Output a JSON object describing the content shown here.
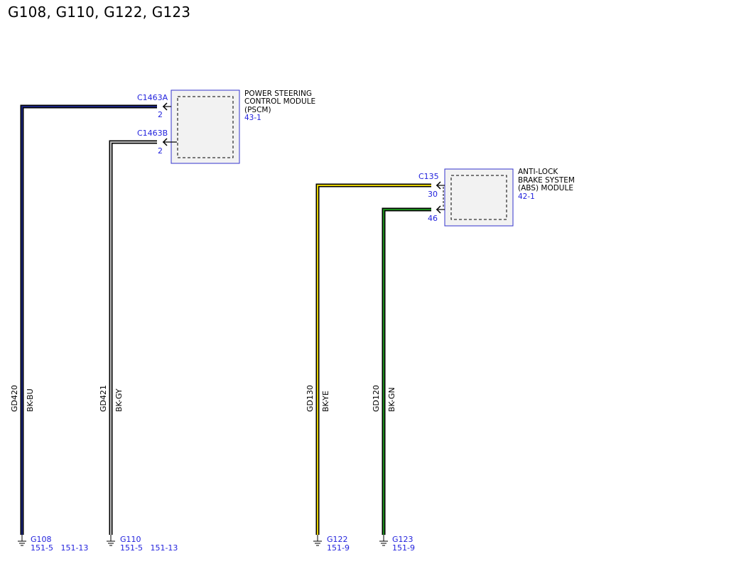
{
  "title": "G108, G110, G122, G123",
  "modules": [
    {
      "name_lines": [
        "POWER STEERING",
        "CONTROL MODULE",
        "(PSCM)"
      ],
      "ref": "43-1",
      "connectors": [
        {
          "id": "C1463A",
          "pin": "2"
        },
        {
          "id": "C1463B",
          "pin": "2"
        }
      ]
    },
    {
      "name_lines": [
        "ANTI-LOCK",
        "BRAKE SYSTEM",
        "(ABS) MODULE"
      ],
      "ref": "42-1",
      "connectors": [
        {
          "id": "C135",
          "pin": "30"
        },
        {
          "pin": "46"
        }
      ]
    }
  ],
  "wires": [
    {
      "circuit": "GD420",
      "color_code": "BK-BU",
      "stripe": "#1a237e",
      "ground": "G108",
      "refs": "151-5   151-13"
    },
    {
      "circuit": "GD421",
      "color_code": "BK-GY",
      "stripe": "#bdbdbd",
      "ground": "G110",
      "refs": "151-5   151-13"
    },
    {
      "circuit": "GD130",
      "color_code": "BK-YE",
      "stripe": "#e6d200",
      "ground": "G122",
      "refs": "151-9"
    },
    {
      "circuit": "GD120",
      "color_code": "BK-GN",
      "stripe": "#1b8a1b",
      "ground": "G123",
      "refs": "151-9"
    }
  ]
}
